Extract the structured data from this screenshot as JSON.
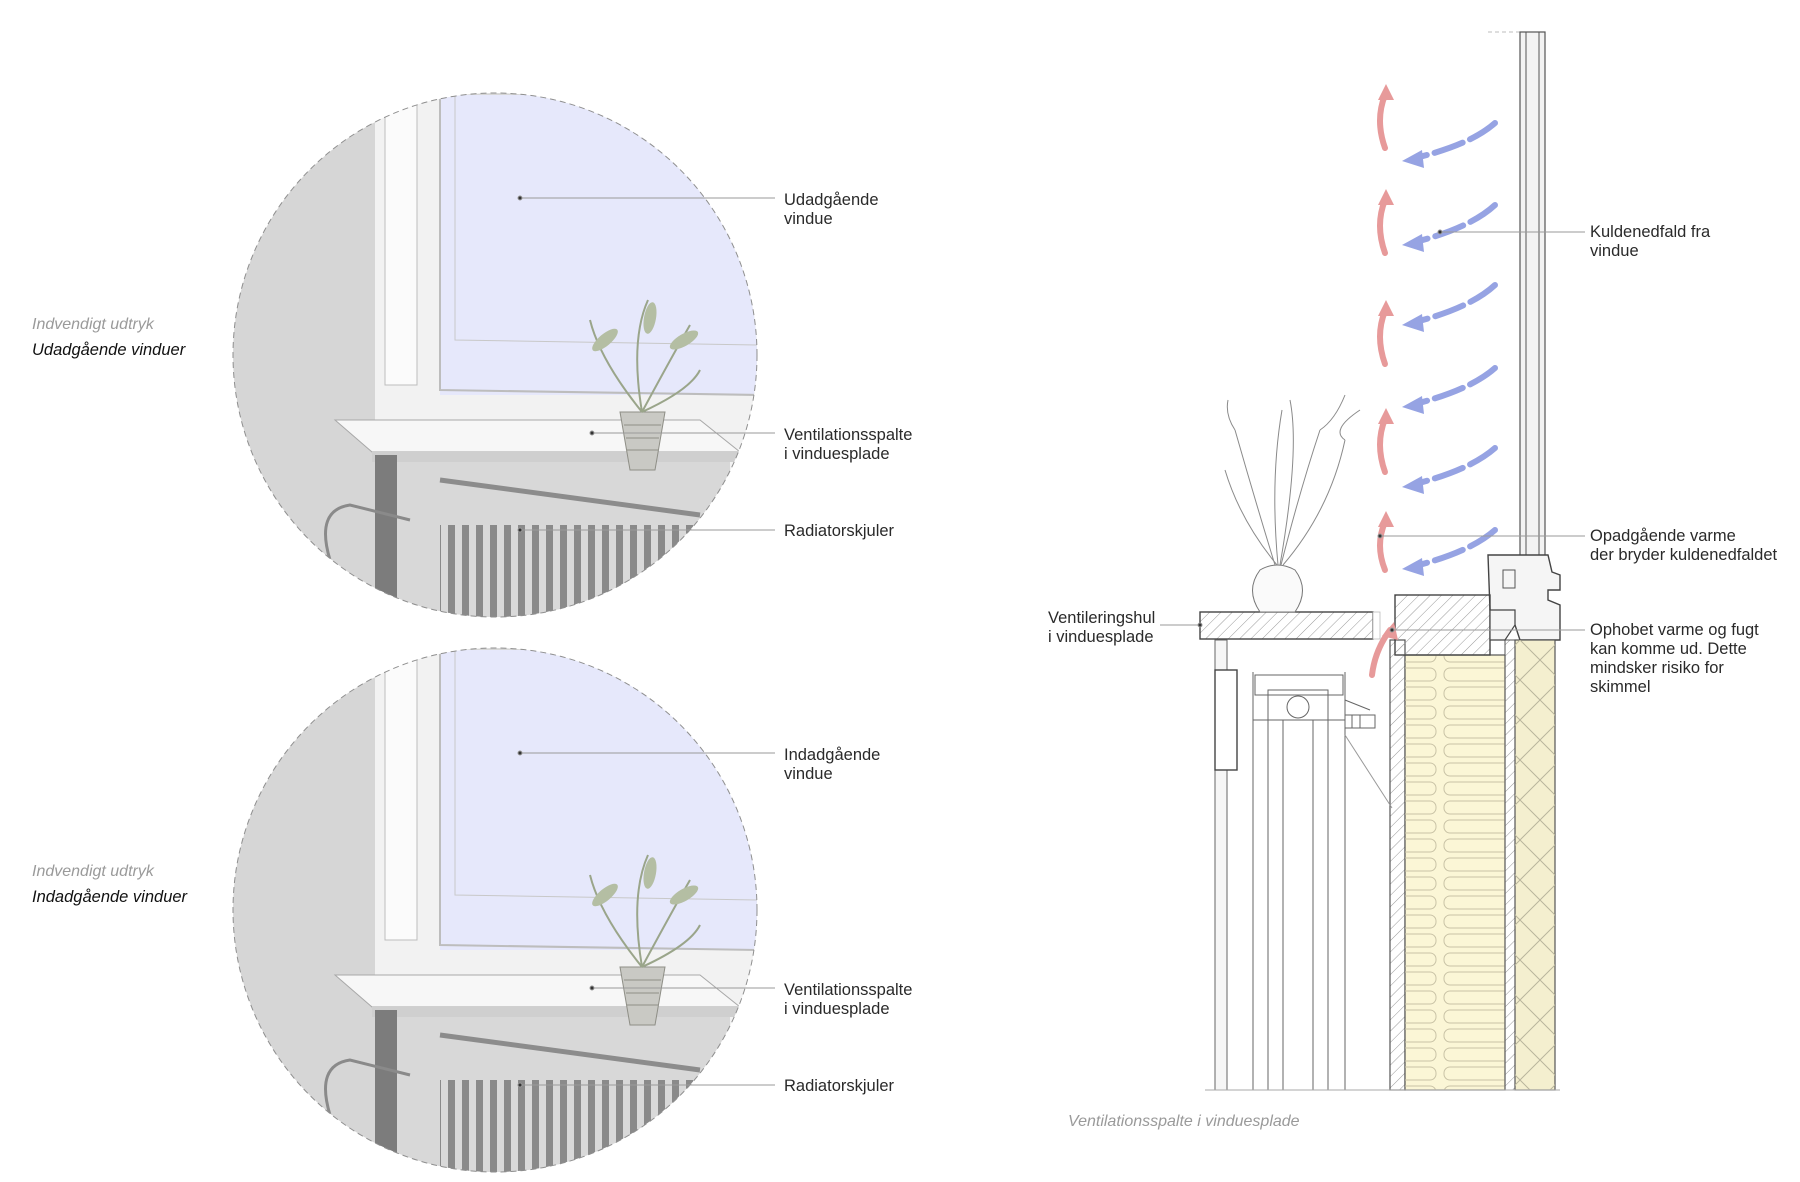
{
  "top_panel": {
    "caption_sub": "Indvendigt udtryk",
    "caption_title": "Udadgående vinduer",
    "labels": {
      "window_line1": "Udadgående",
      "window_line2": "vindue",
      "vent_line1": "Ventilationsspalte",
      "vent_line2": "i vinduesplade",
      "radiator": "Radiatorskjuler"
    }
  },
  "bottom_panel": {
    "caption_sub": "Indvendigt udtryk",
    "caption_title": "Indadgående vinduer",
    "labels": {
      "window_line1": "Indadgående",
      "window_line2": "vindue",
      "vent_line1": "Ventilationsspalte",
      "vent_line2": "i vinduesplade",
      "radiator": "Radiatorskjuler"
    }
  },
  "section": {
    "caption": "Ventilationsspalte i vinduesplade",
    "labels": {
      "cold_line1": "Kuldenedfald fra",
      "cold_line2": "vindue",
      "warm_line1": "Opadgående varme",
      "warm_line2": "der bryder kuldenedfaldet",
      "hole_line1": "Ventileringshul",
      "hole_line2": "i vinduesplade",
      "accum_line1": "Ophobet varme og fugt",
      "accum_line2": "kan komme ud. Dette",
      "accum_line3": "mindsker risiko for",
      "accum_line4": "skimmel"
    }
  },
  "colors": {
    "warm_arrow": "#e79a9a",
    "cold_arrow": "#96a3e3",
    "glass": "#eeeefc",
    "concrete": "#dedede",
    "insulation": "#fbf6d6"
  }
}
